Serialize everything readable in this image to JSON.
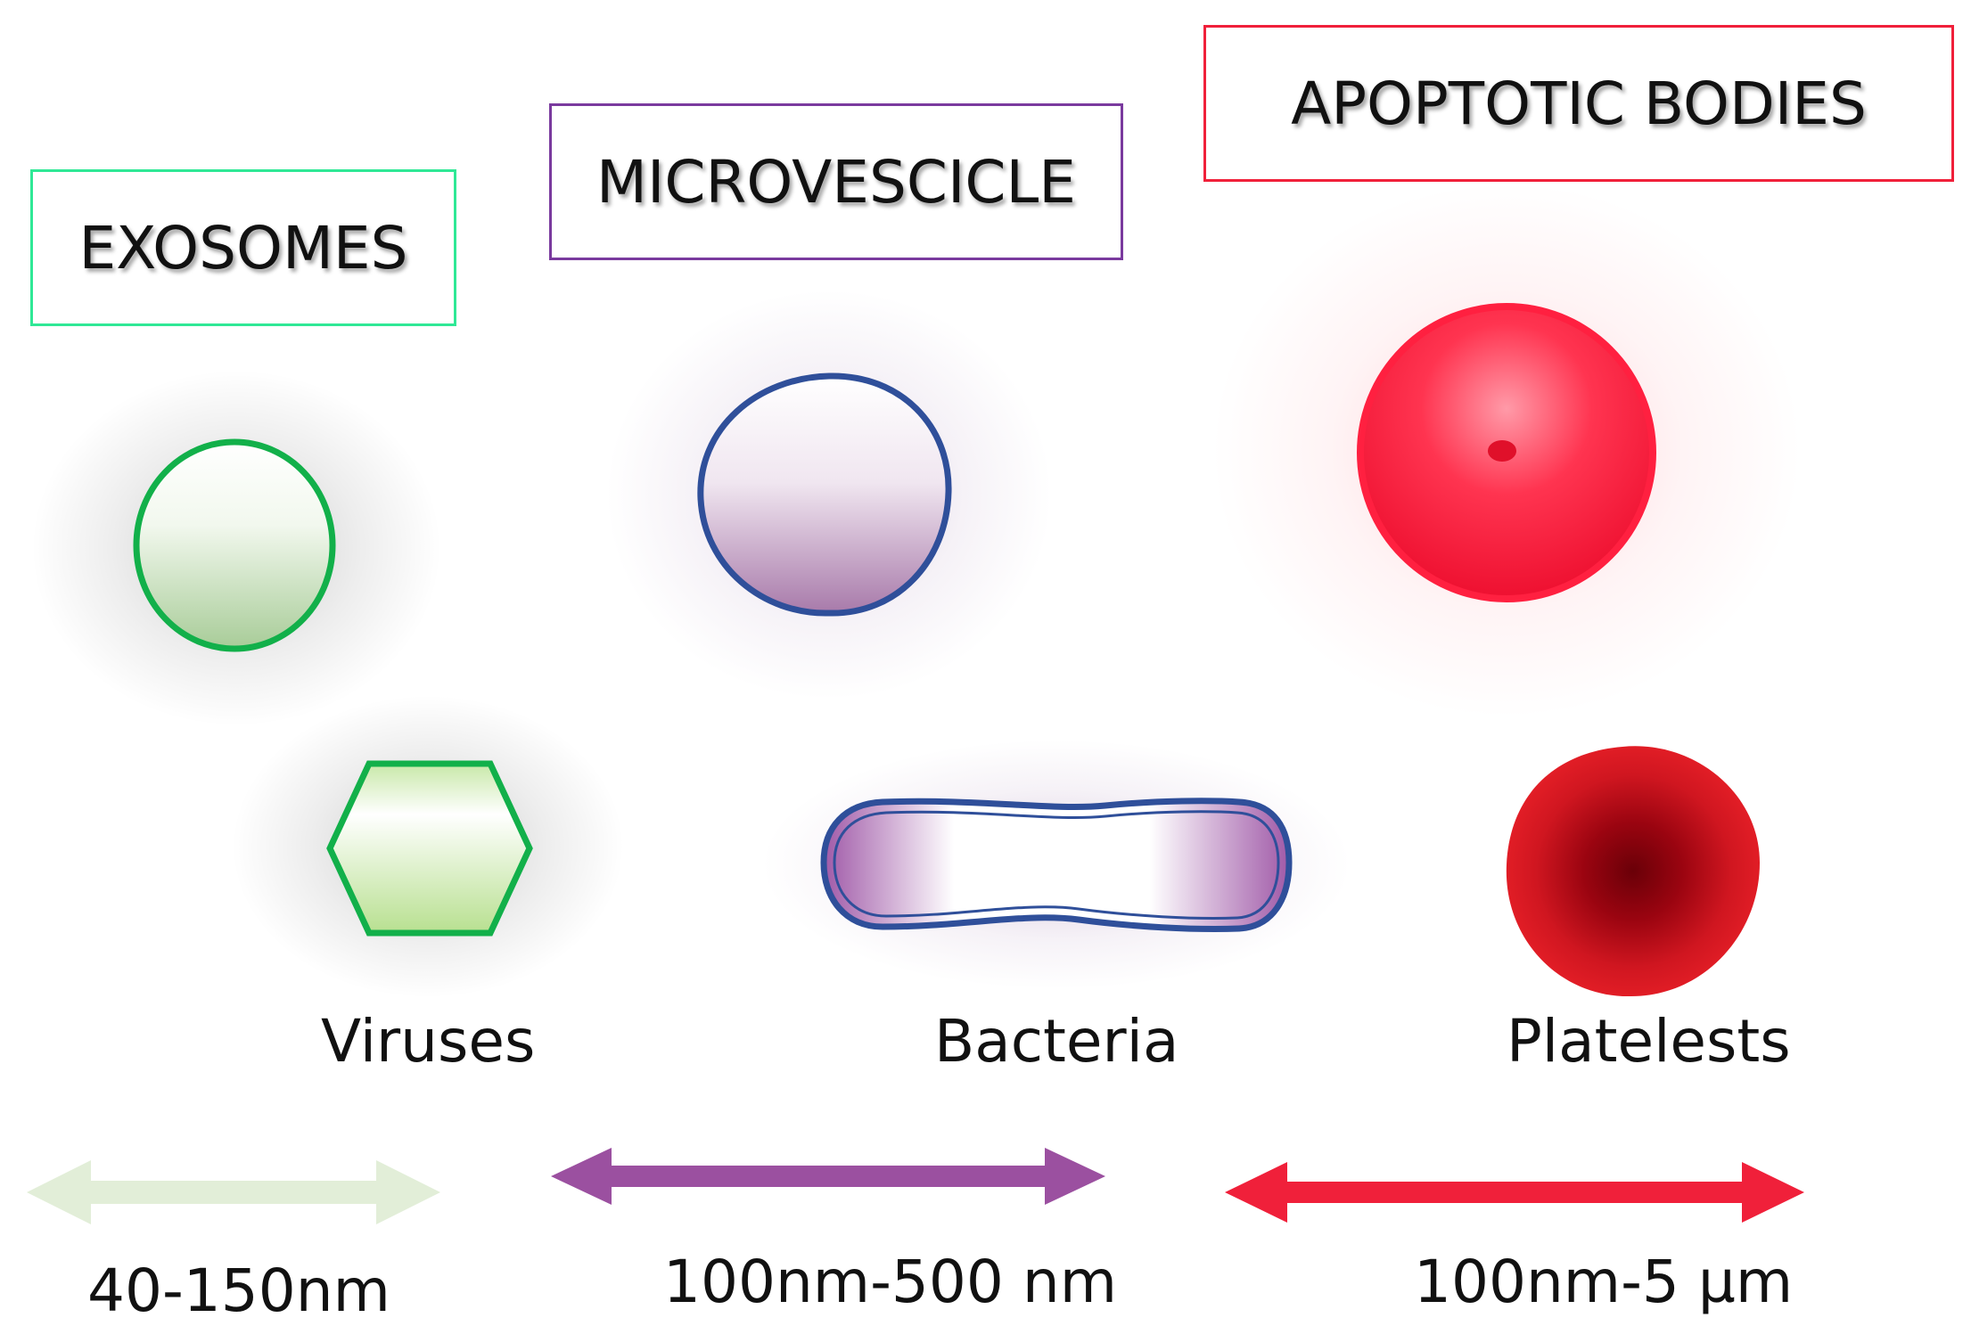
{
  "labels": {
    "exosomes": "EXOSOMES",
    "microvesicle": "MICROVESCICLE",
    "apoptotic": "APOPTOTIC BODIES"
  },
  "examples": {
    "viruses": "Viruses",
    "bacteria": "Bacteria",
    "platelets": "Platelests"
  },
  "ranges": {
    "exosomes": "40-150nm",
    "microvesicle": "100nm-500 nm",
    "apoptotic": "100nm-5 µm"
  },
  "colors": {
    "exosome_border": "#2fe896",
    "exosome_stroke": "#12b04a",
    "microvesicle_border": "#7a3a9e",
    "microvesicle_stroke": "#2f4f9a",
    "apoptotic_border": "#f0203a",
    "apoptotic_fill": "#f5203c",
    "platelet_fill": "#c8101a",
    "arrow_exo": "#e2eed8",
    "arrow_micro": "#9b50a0",
    "arrow_apo": "#f0203a"
  }
}
